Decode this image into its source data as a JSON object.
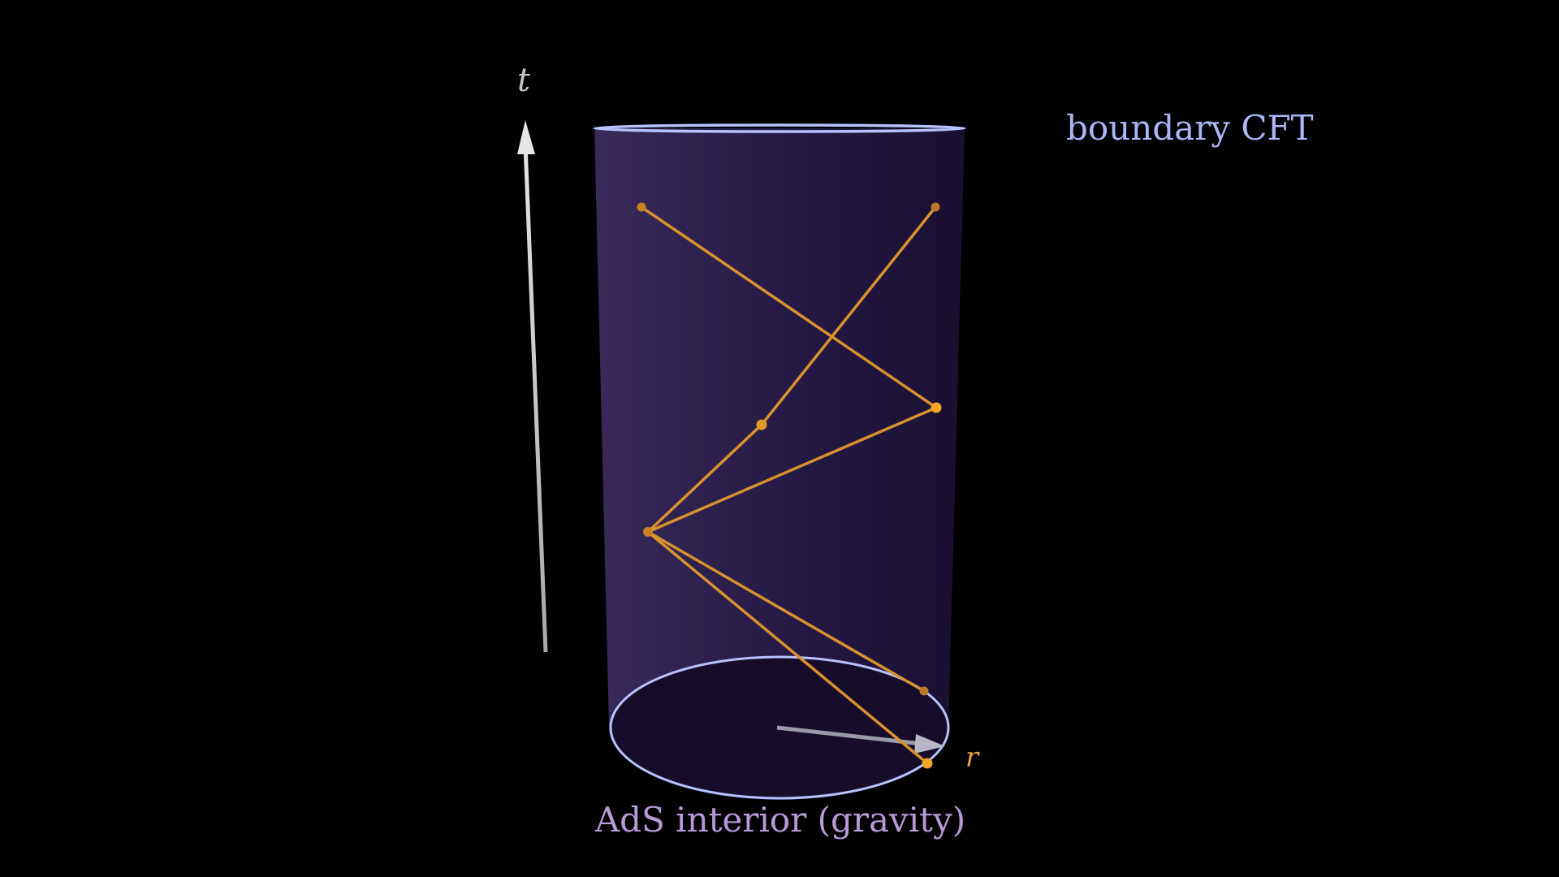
{
  "labels": {
    "time_axis": "t",
    "radial_axis": "r",
    "boundary": "boundary CFT",
    "interior": "AdS interior (gravity)"
  },
  "colors": {
    "background": "#000000",
    "cylinder_fill_light": "#3a2a5a",
    "cylinder_fill_dark": "#1d1238",
    "boundary_ring": "#b7c2ff",
    "boundary_label": "#aab6f5",
    "interior_label": "#b79ad8",
    "geodesic": "#d9922c",
    "geodesic_point": "#f2a623",
    "axis_arrow": "#c8c8c8",
    "radial_arrow": "#9a9aa8",
    "radial_label": "#e0a040"
  },
  "icons": {
    "time_axis_arrow": "arrow-up",
    "radial_axis_arrow": "arrow-right"
  }
}
